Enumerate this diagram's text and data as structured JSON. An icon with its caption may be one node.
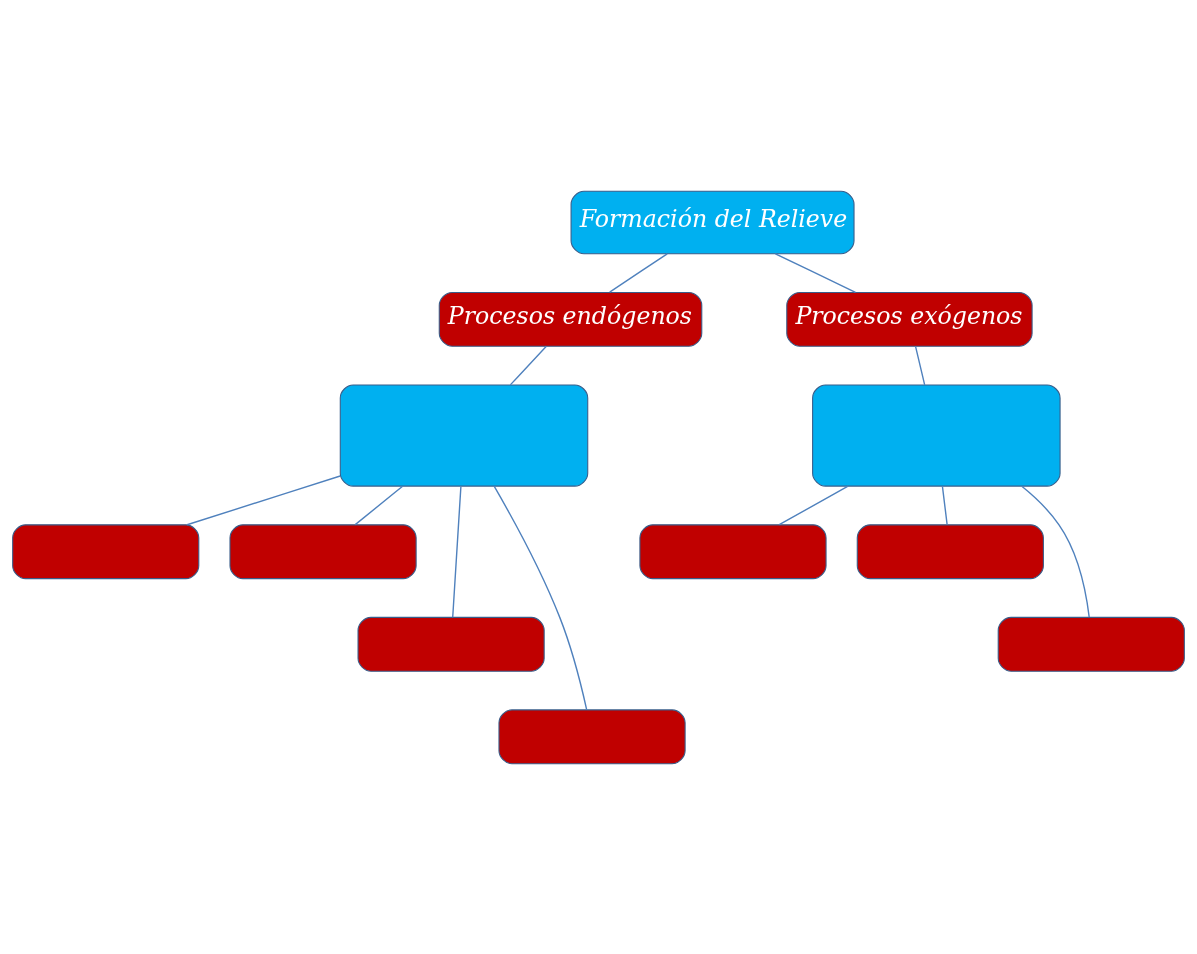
{
  "diagram": {
    "nodes": [
      {
        "text": [
          "Formación del Relieve"
        ]
      },
      {
        "text": [
          "Procesos endógenos"
        ]
      },
      {
        "text": [
          "Procesos exógenos"
        ]
      },
      {
        "text": [],
        "shape": "box"
      },
      {
        "text": [],
        "shape": "box"
      },
      {
        "text": [],
        "shape": "box"
      },
      {
        "text": [],
        "shape": "box"
      },
      {
        "text": [],
        "shape": "box"
      },
      {
        "text": [],
        "shape": "box"
      },
      {
        "text": [],
        "shape": "box"
      },
      {
        "text": [],
        "shape": "box"
      },
      {
        "text": [],
        "shape": "box"
      }
    ],
    "edges": [
      {
        "from": 0,
        "to": 1,
        "arrow": "none"
      },
      {
        "from": 0,
        "to": 2,
        "arrow": "none"
      },
      {
        "from": 1,
        "to": 3,
        "arrow": "none"
      },
      {
        "from": 2,
        "to": 4,
        "arrow": "none"
      },
      {
        "from": 3,
        "to": 5,
        "arrow": "none"
      },
      {
        "from": 3,
        "to": 6,
        "arrow": "none"
      },
      {
        "from": 4,
        "to": 7,
        "arrow": "none"
      },
      {
        "from": 4,
        "to": 8,
        "arrow": "none"
      },
      {
        "from": 3,
        "to": 9,
        "arrow": "none"
      },
      {
        "from": 4,
        "to": 10,
        "arrow": "none"
      },
      {
        "from": 3,
        "to": 11,
        "arrow": "none"
      }
    ]
  }
}
